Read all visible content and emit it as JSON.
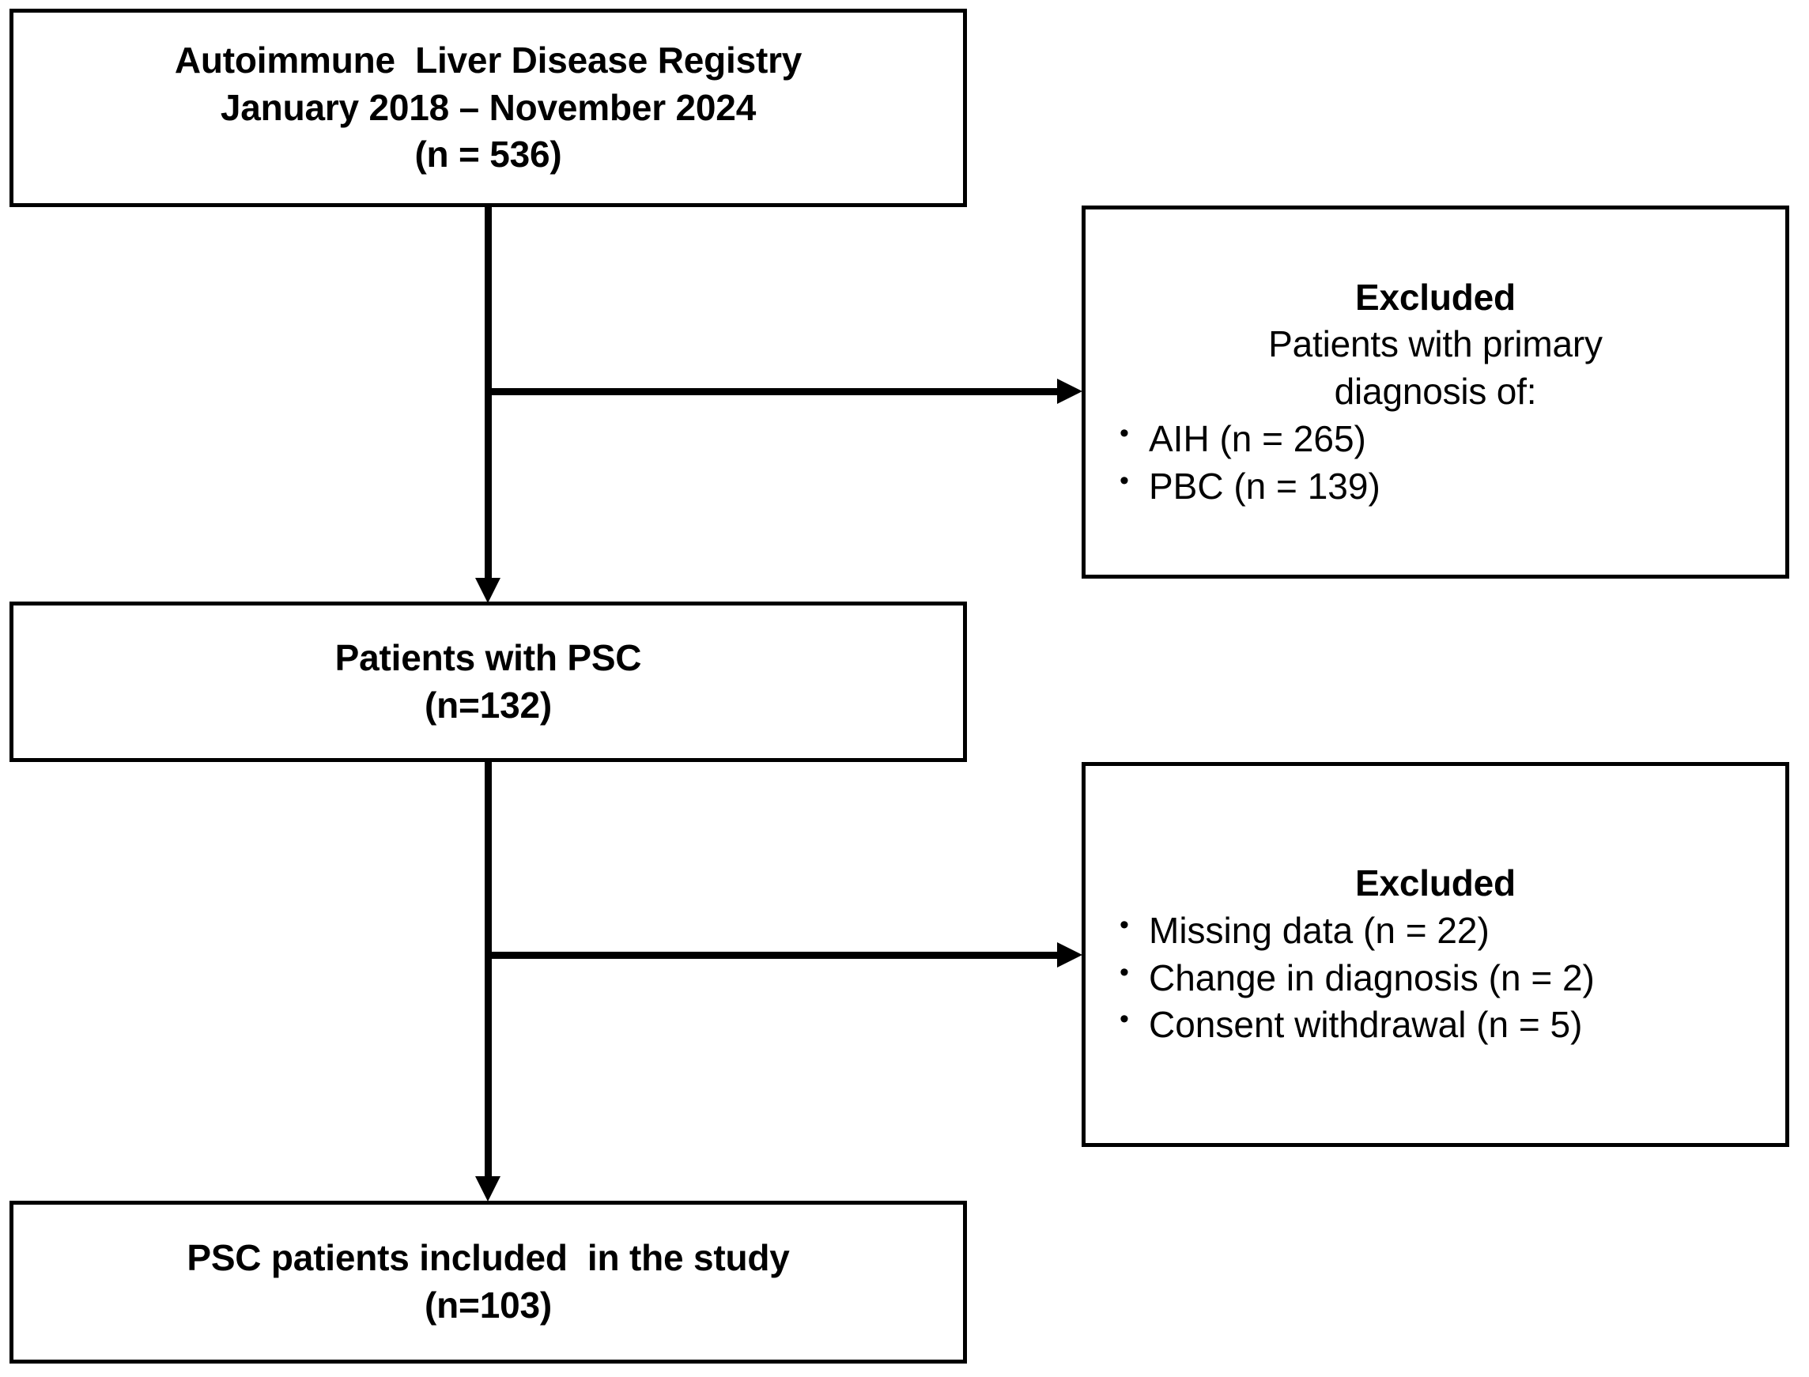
{
  "diagram": {
    "type": "study-flow-diagram",
    "title": "PSC patient selection flow",
    "line_color": "#000000",
    "box_fill": "#ffffff",
    "text_color": "#000000"
  },
  "nodes": {
    "registry": {
      "lines": [
        "Autoimmune  Liver Disease Registry",
        "January 2018 – November 2024",
        "(n = 536)"
      ],
      "count": 536,
      "weight": "bold",
      "align": "center"
    },
    "excluded_1": {
      "heading": "Excluded",
      "subtitle_lines": [
        "Patients with primary",
        "diagnosis of:"
      ],
      "bullet_symbol": "•",
      "bullets": [
        "AIH (n = 265)",
        "PBC (n = 139)"
      ],
      "counts": [
        265,
        139
      ]
    },
    "psc": {
      "lines": [
        "Patients with PSC",
        "(n=132)"
      ],
      "count": 132,
      "weight": "bold",
      "align": "center"
    },
    "excluded_2": {
      "heading": "Excluded",
      "bullet_symbol": "•",
      "bullets": [
        "Missing data (n = 22)",
        "Change in diagnosis (n = 2)",
        "Consent withdrawal (n = 5)"
      ],
      "counts": [
        22,
        2,
        5
      ]
    },
    "included": {
      "lines": [
        "PSC patients included  in the study",
        "(n=103)"
      ],
      "count": 103,
      "weight": "bold",
      "align": "center"
    }
  }
}
